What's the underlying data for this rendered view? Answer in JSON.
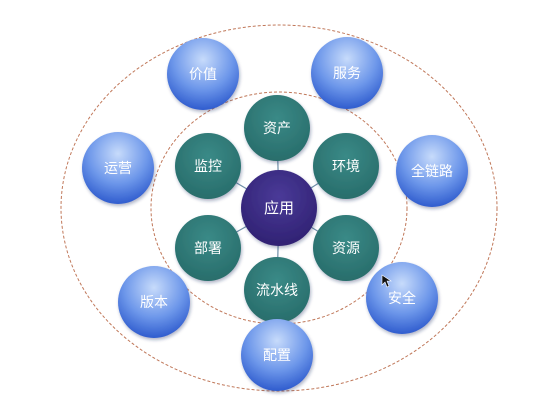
{
  "diagram": {
    "center": {
      "label": "应用",
      "color": "#3b2a80"
    },
    "inner_nodes": [
      {
        "id": "assets",
        "label": "资产"
      },
      {
        "id": "environment",
        "label": "环境"
      },
      {
        "id": "resources",
        "label": "资源"
      },
      {
        "id": "pipeline",
        "label": "流水线"
      },
      {
        "id": "deploy",
        "label": "部署"
      },
      {
        "id": "monitor",
        "label": "监控"
      }
    ],
    "outer_nodes": [
      {
        "id": "value",
        "label": "价值"
      },
      {
        "id": "service",
        "label": "服务"
      },
      {
        "id": "full-link",
        "label": "全链路"
      },
      {
        "id": "security",
        "label": "安全"
      },
      {
        "id": "config",
        "label": "配置"
      },
      {
        "id": "version",
        "label": "版本"
      },
      {
        "id": "operations",
        "label": "运营"
      }
    ],
    "colors": {
      "inner_node": "#2f7a78",
      "outer_node_top": "#a9c6f7",
      "outer_node_bottom": "#2f62d6",
      "ring_dashed": "#c0785a",
      "spoke": "#6f8fa8"
    }
  }
}
